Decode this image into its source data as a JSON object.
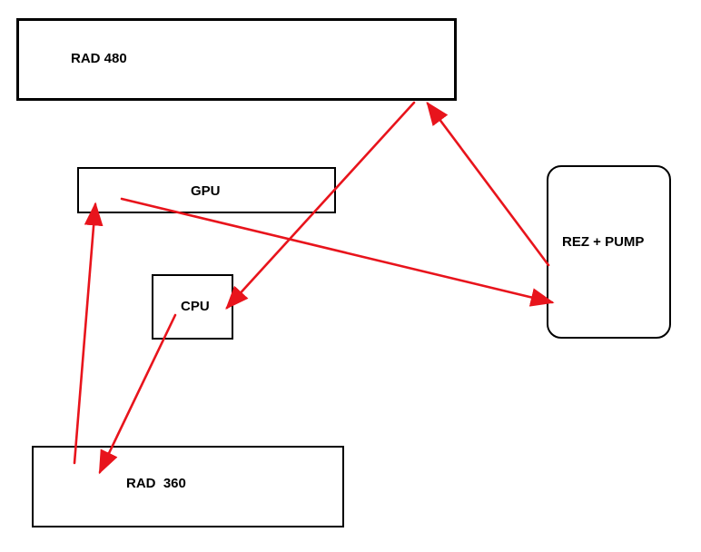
{
  "nodes": {
    "rad480": "RAD 480",
    "gpu": "GPU",
    "cpu": "CPU",
    "rez_pump": "REZ + PUMP",
    "rad360": "RAD  360"
  },
  "colors": {
    "arrow": "#e8141c",
    "box_border": "#000000"
  }
}
